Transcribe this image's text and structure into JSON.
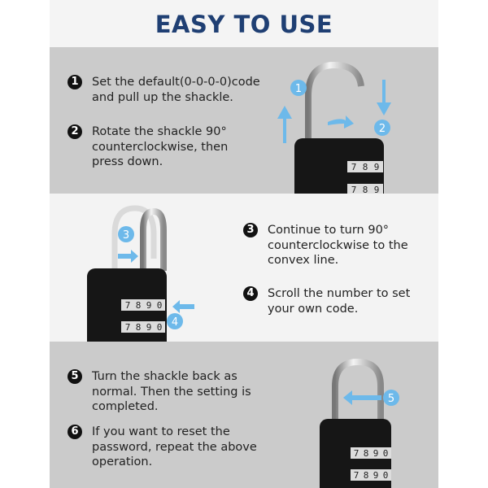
{
  "header": {
    "title": "EASY TO USE"
  },
  "steps": [
    {
      "num": "1",
      "text": "Set the default(0-0-0-0)code\nand pull up the shackle."
    },
    {
      "num": "2",
      "text": "Rotate the shackle 90°\ncounterclockwise, then\npress down."
    },
    {
      "num": "3",
      "text": "Continue to turn 90°\ncounterclockwise to the\nconvex line."
    },
    {
      "num": "4",
      "text": "Scroll the number to set\nyour own code."
    },
    {
      "num": "5",
      "text": "Turn the shackle back as\nnormal. Then the setting is\ncompleted."
    },
    {
      "num": "6",
      "text": "If you want to reset the\npassword, repeat the above\noperation."
    }
  ],
  "dials": {
    "a": "7",
    "b": "8",
    "c": "9",
    "d": "0"
  },
  "colors": {
    "title": "#1f3f73",
    "accent": "#5cb6ea",
    "panel": "#cbcbcb"
  }
}
